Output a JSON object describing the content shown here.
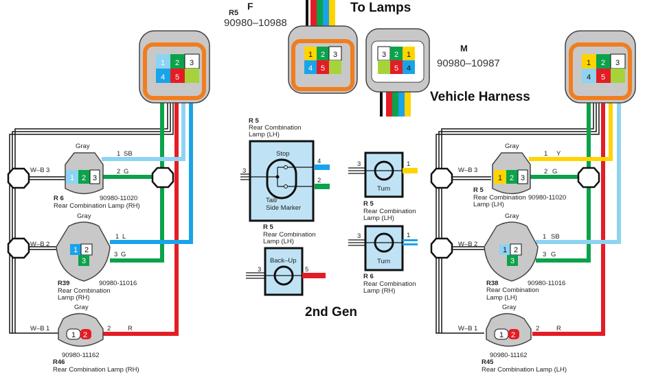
{
  "headings": {
    "to_lamps": "To Lamps",
    "vehicle_harness": "Vehicle Harness",
    "generation": "2nd Gen"
  },
  "connector_f": {
    "ref": "R5",
    "letter": "F",
    "part": "90980–10988",
    "pins": [
      "1",
      "2",
      "3",
      "4",
      "5"
    ]
  },
  "connector_m": {
    "letter": "M",
    "part": "90980–10987",
    "pins": [
      "3",
      "2",
      "1",
      "5",
      "4"
    ]
  },
  "left_main_pins": [
    "1",
    "2",
    "3",
    "4",
    "5"
  ],
  "right_main_pins": [
    "1",
    "2",
    "3",
    "4",
    "5"
  ],
  "rh": {
    "r6": {
      "color": "Gray",
      "ref": "R 6",
      "name": "Rear Combination Lamp (RH)",
      "part": "90980-11020",
      "pins": [
        "1",
        "2",
        "3"
      ],
      "ground": "W–B",
      "ground_pin": "3",
      "wires": [
        {
          "pin": "1",
          "code": "SB"
        },
        {
          "pin": "2",
          "code": "G"
        }
      ]
    },
    "r39": {
      "color": "Gray",
      "ref": "R39",
      "name1": "Rear Combination",
      "name2": "Lamp (RH)",
      "part": "90980-11016",
      "pins": [
        "1",
        "2",
        "3"
      ],
      "ground": "W–B",
      "ground_pin": "2",
      "wires": [
        {
          "pin": "1",
          "code": "L"
        },
        {
          "pin": "3",
          "code": "G"
        }
      ]
    },
    "r46": {
      "color": "Gray",
      "ref": "R46",
      "name": "Rear Combination Lamp (RH)",
      "part": "90980-11162",
      "pins": [
        "1",
        "2"
      ],
      "ground": "W–B",
      "ground_pin": "1",
      "wires": [
        {
          "pin": "2",
          "code": "R"
        }
      ]
    }
  },
  "lh": {
    "r5": {
      "color": "Gray",
      "ref": "R 5",
      "name1": "Rear Combination",
      "name2": "Lamp (LH)",
      "part": "90980-11020",
      "pins": [
        "1",
        "2",
        "3"
      ],
      "ground": "W–B",
      "ground_pin": "3",
      "wires": [
        {
          "pin": "1",
          "code": "Y"
        },
        {
          "pin": "2",
          "code": "G"
        }
      ]
    },
    "r38": {
      "color": "Gray",
      "ref": "R38",
      "name1": "Rear Combination",
      "name2": "Lamp (LH)",
      "part": "90980-11016",
      "pins": [
        "1",
        "2",
        "3"
      ],
      "ground": "W–B",
      "ground_pin": "2",
      "wires": [
        {
          "pin": "1",
          "code": "SB"
        },
        {
          "pin": "3",
          "code": "G"
        }
      ]
    },
    "r45": {
      "color": "Gray",
      "ref": "R45",
      "name": "Rear Combination Lamp (LH)",
      "part": "90980-11162",
      "pins": [
        "1",
        "2"
      ],
      "ground": "W–B",
      "ground_pin": "1",
      "wires": [
        {
          "pin": "2",
          "code": "R"
        }
      ]
    }
  },
  "schematic": {
    "stop_tail": {
      "ref": "R 5",
      "name1": "Rear Combination",
      "name2": "Lamp (LH)",
      "label_top": "Stop",
      "label_bottom1": "Tail/",
      "label_bottom2": "Side Marker",
      "pin_in": "3",
      "pin_a": "4",
      "pin_b": "2"
    },
    "turn_lh": {
      "ref": "R 5",
      "name1": "Rear Combination",
      "name2": "Lamp (LH)",
      "label": "Turn",
      "pin_in": "3",
      "pin_out": "1"
    },
    "backup": {
      "ref": "R 5",
      "name1": "Rear Combination",
      "name2": "Lamp (LH)",
      "label": "Back–Up",
      "pin_in": "3",
      "pin_out": "5"
    },
    "turn_rh": {
      "ref": "R 6",
      "name1": "Rear Combination",
      "name2": "Lamp (RH)",
      "label": "Turn",
      "pin_in": "3",
      "pin_out": "1"
    }
  },
  "colors": {
    "green": "#0ca24b",
    "red": "#e31d25",
    "blue": "#1aa3e8",
    "light_blue": "#8ed3f2",
    "yellow": "#ffd400",
    "lime": "#a6d33a",
    "orange": "#f07d1e"
  }
}
